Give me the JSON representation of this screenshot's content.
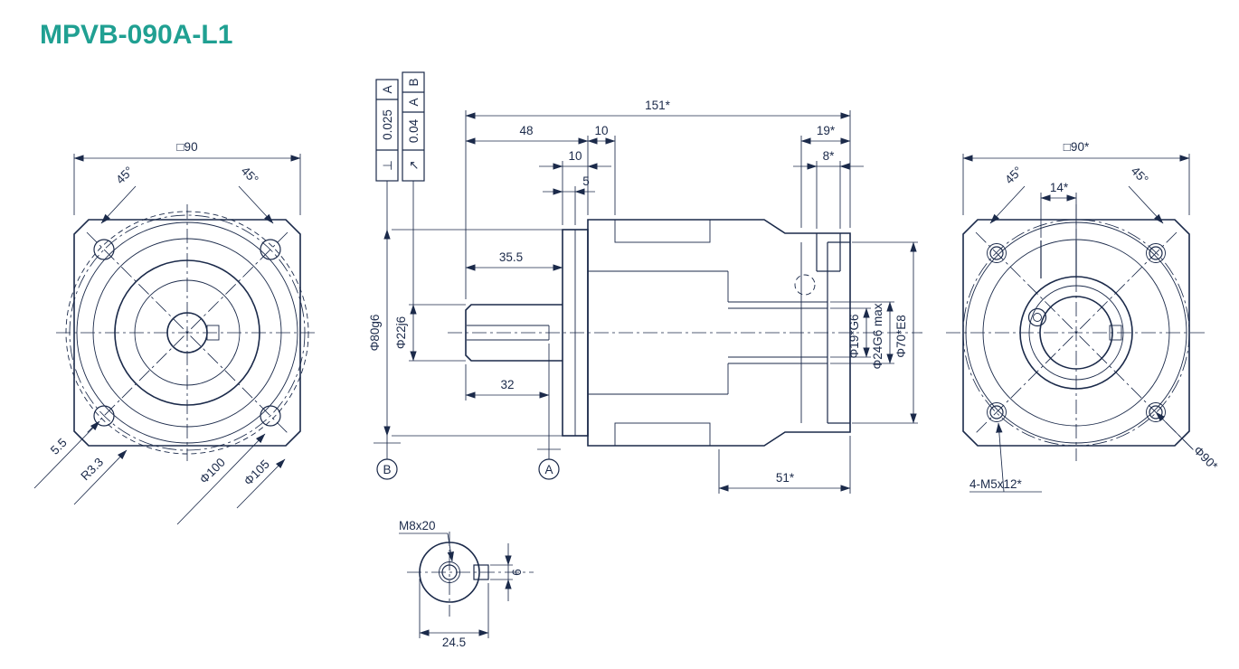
{
  "title": "MPVB-090A-L1",
  "colors": {
    "line": "#1b2a4a",
    "title": "#20a092",
    "background": "#ffffff"
  },
  "front_view": {
    "square_dim": "□90",
    "chamfer_left": "45°",
    "chamfer_right": "45°",
    "hole_dim": "5.5",
    "radius_dim": "R3.3",
    "bolt_circle": "Φ100",
    "outer_circle": "Φ105"
  },
  "tolerances": {
    "perpendicularity": {
      "symbol": "⊥",
      "value": "0.025",
      "datum": "A"
    },
    "runout": {
      "symbol": "↗",
      "value": "0.04",
      "datum_primary": "A",
      "datum_secondary": "B"
    }
  },
  "section_view": {
    "overall_length": "151*",
    "len_48": "48",
    "len_10_body": "10",
    "len_10_flange": "10",
    "len_5": "5",
    "shaft_length": "35.5",
    "key_length": "32",
    "len_19": "19*",
    "len_8": "8*",
    "shaft_pilot_dia": "Φ80g6",
    "shaft_dia": "Φ22j6",
    "input_bore_dia": "Φ19*G6",
    "input_bore_max": "Φ24G6 max",
    "motor_pilot_dia": "Φ70*E8",
    "len_51": "51*",
    "datum_a": "A",
    "datum_b": "B"
  },
  "rear_view": {
    "square_dim": "□90*",
    "chamfer_left": "45°",
    "chamfer_right": "45°",
    "slot_width": "14*",
    "mounting_holes": "4-M5x12*",
    "bolt_circle": "Φ90*"
  },
  "shaft_end_view": {
    "tapped_hole": "M8x20",
    "key_width": "6",
    "key_offset": "24.5"
  }
}
